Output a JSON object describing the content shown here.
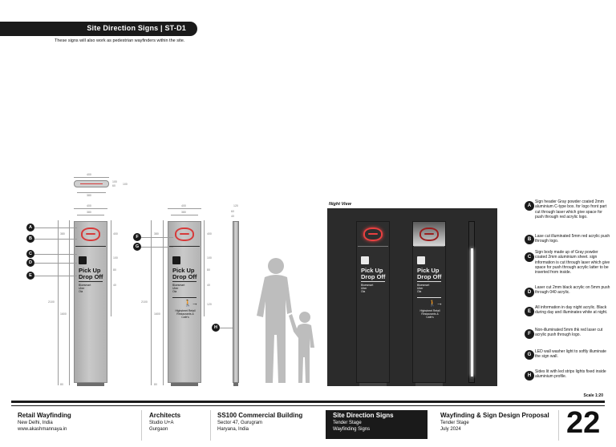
{
  "header": {
    "title": "Site Direction Signs  | ST-D1",
    "subtitle": "These signs will also work as pedestrian wayfinders within the site."
  },
  "sign": {
    "pickup_line1": "Pick Up",
    "pickup_line2": "Drop Off",
    "modes": "Bluesmart\nUber\nOla",
    "retail_text": "Highstreet Retail\nRestaurants &\nCafe's"
  },
  "night_view": {
    "label": "Night View"
  },
  "tags": [
    "A",
    "B",
    "C",
    "D",
    "E",
    "F",
    "G",
    "H"
  ],
  "dimensions": {
    "top_width": "400",
    "top_inner": "380",
    "top_side_a": "100",
    "top_side_b": "60",
    "top_right": "100",
    "body_width": "400",
    "body_inner": "380",
    "height_total": "2100",
    "height_body": "1600",
    "height_head": "380",
    "sub_a": "400",
    "sub_b": "100",
    "sub_c": "80",
    "sub_d": "40",
    "sub_e": "80",
    "sub_f": "120",
    "base": "80",
    "side_a": "120",
    "side_b": "60",
    "side_c": "40"
  },
  "notes": [
    {
      "key": "A",
      "text": "Sign header Gray powder coated 2mm aluminium C-type box. for logo front part cut through laser which give space for push through red acrylic logo."
    },
    {
      "key": "B",
      "text": "Lase cut illuminated 5mm red acrylic push through logo."
    },
    {
      "key": "C",
      "text": "Sign body made up of  Gray powder coated 2mm aluminium sheet. sign information is cut through laser which give space for push through acrylic latter to be inserted from inside."
    },
    {
      "key": "D",
      "text": "Laser cut 2mm black acrylic on 5mm push through 040 acrylic."
    },
    {
      "key": "E",
      "text": "All information in day night acrylic. Black during day and illuminates white at night."
    },
    {
      "key": "F",
      "text": "Non-illuminated 5mm thk red laser cut acrylic push through logo."
    },
    {
      "key": "G",
      "text": "LED wall washer light to softly illuminate the sign wall."
    },
    {
      "key": "H",
      "text": "Sides lit with led strips lights fixed inside aluminium profile."
    }
  ],
  "scale": "Scale 1:20",
  "footer": {
    "project_title": "Retail Wayfinding",
    "project_city": "New Delhi, India",
    "project_web": "www.akashmannaya.in",
    "architects_label": "Architects",
    "architects_name": "Studio U+A",
    "architects_city": "Gurgaon",
    "building_title": "SS100 Commercial Building",
    "building_sector": "Sector 47, Gurugram",
    "building_state": "Haryana, India",
    "sheet_title": "Site Direction Signs",
    "sheet_stage": "Tender Stage",
    "sheet_type": "Wayfinding Signs",
    "proposal_title": "Wayfinding & Sign Design Proposal",
    "proposal_stage": "Tender Stage",
    "proposal_date": "July 2024",
    "page_number": "22"
  },
  "colors": {
    "accent_red": "#d63a3a",
    "panel_gray": "#bdbdbd",
    "dark": "#1a1a1a"
  }
}
